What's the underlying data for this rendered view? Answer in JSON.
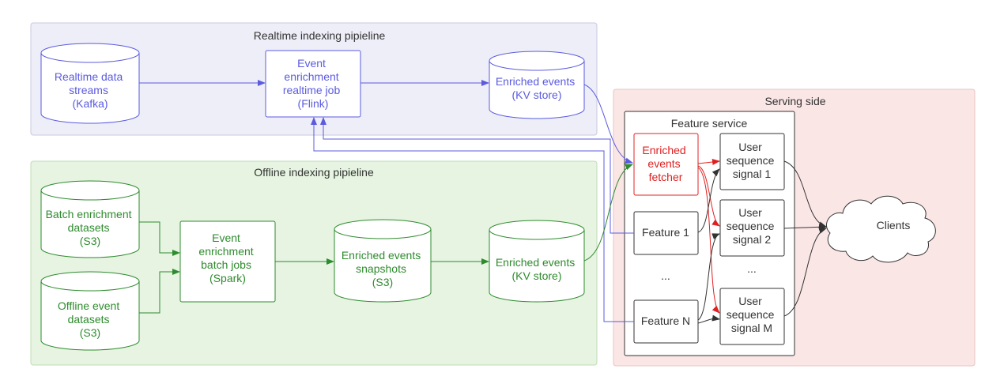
{
  "colors": {
    "realtime": "#5b5be0",
    "offline": "#2e8b2e",
    "serving_text": "#333333",
    "fetcher": "#e02020",
    "realtime_bg": "#eeeef8",
    "offline_bg": "#e6f4e1",
    "serving_bg": "#fbe6e6"
  },
  "groups": {
    "realtime": {
      "title": "Realtime indexing pipieline"
    },
    "offline": {
      "title": "Offline indexing pipieline"
    },
    "serving": {
      "title": "Serving side"
    },
    "feature_service": {
      "title": "Feature service"
    }
  },
  "realtime": {
    "streams": [
      "Realtime data",
      "streams",
      "(Kafka)"
    ],
    "job": [
      "Event",
      "enrichment",
      "realtime job",
      "(Flink)"
    ],
    "kv": [
      "Enriched events",
      "(KV store)"
    ]
  },
  "offline": {
    "batch_datasets": [
      "Batch enrichment",
      "datasets",
      "(S3)"
    ],
    "event_datasets": [
      "Offline event",
      "datasets",
      "(S3)"
    ],
    "batch_jobs": [
      "Event",
      "enrichment",
      "batch jobs",
      "(Spark)"
    ],
    "snapshots": [
      "Enriched events",
      "snapshots",
      "(S3)"
    ],
    "kv": [
      "Enriched events",
      "(KV store)"
    ]
  },
  "serving": {
    "fetcher": [
      "Enriched",
      "events",
      "fetcher"
    ],
    "feature_1": [
      "Feature 1"
    ],
    "feature_dots": [
      "..."
    ],
    "feature_n": [
      "Feature N"
    ],
    "signal_1": [
      "User",
      "sequence",
      "signal 1"
    ],
    "signal_2": [
      "User",
      "sequence",
      "signal 2"
    ],
    "signal_dots": [
      "..."
    ],
    "signal_m": [
      "User",
      "sequence",
      "signal M"
    ],
    "clients": [
      "Clients"
    ]
  }
}
